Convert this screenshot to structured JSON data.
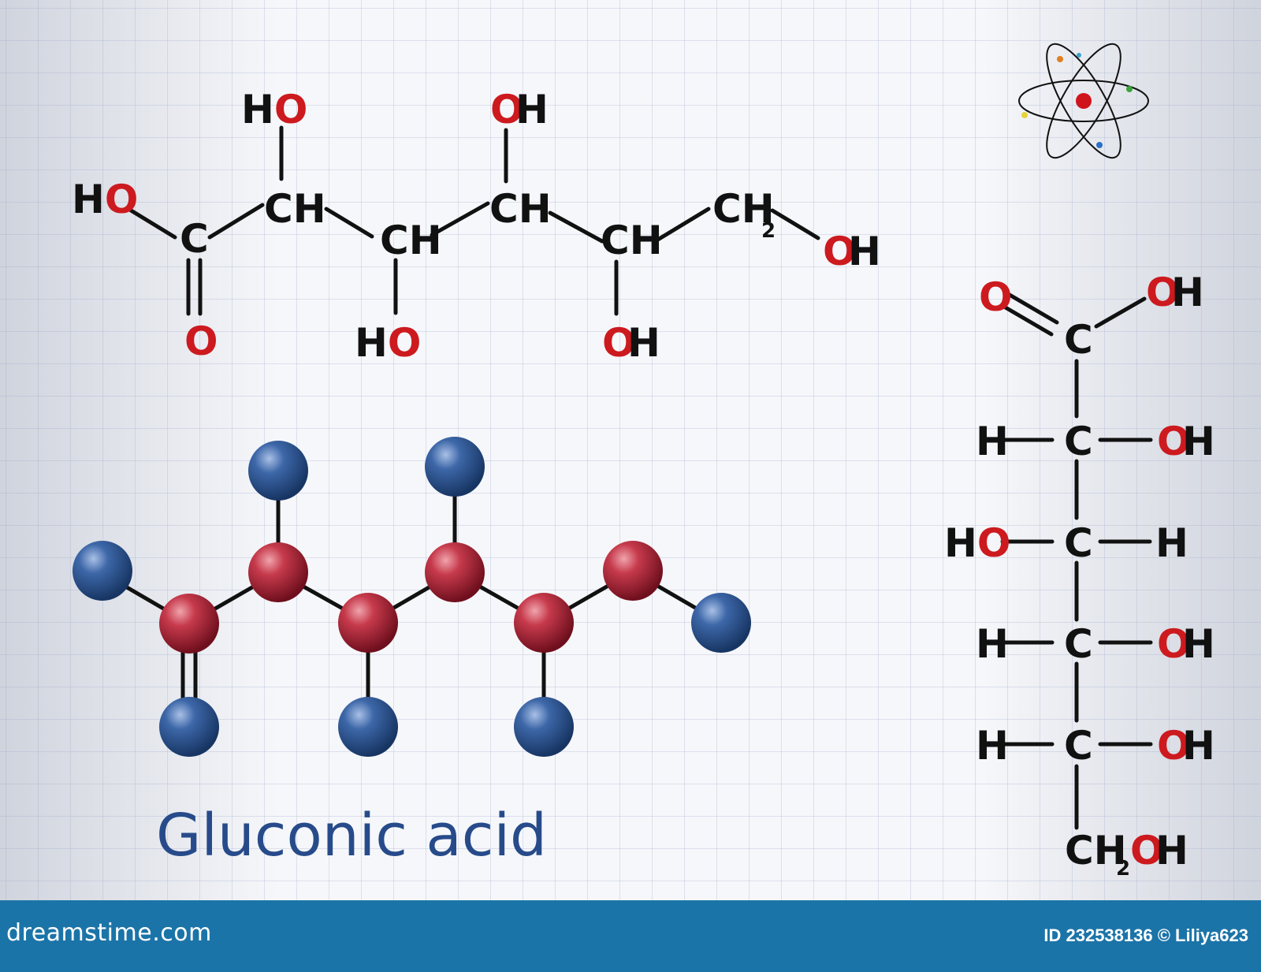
{
  "title": "Gluconic acid",
  "labels": {
    "ho": "HO",
    "oh": "OH",
    "o": "O",
    "h": "H",
    "c": "C",
    "ch": "CH",
    "ch2_main": "CH",
    "sub2": "2"
  },
  "footer": {
    "brand": "dreamstime.com",
    "stock_id": "ID 232538136 © Liliya623"
  },
  "colors": {
    "carbon_ball": "#b8273a",
    "oxygen_ball": "#2b5590",
    "heteroatom_text": "#cc1a1f",
    "title": "#274b8a",
    "footer_bar": "#1b74a8"
  },
  "icons": {
    "atom": "atom-icon"
  }
}
